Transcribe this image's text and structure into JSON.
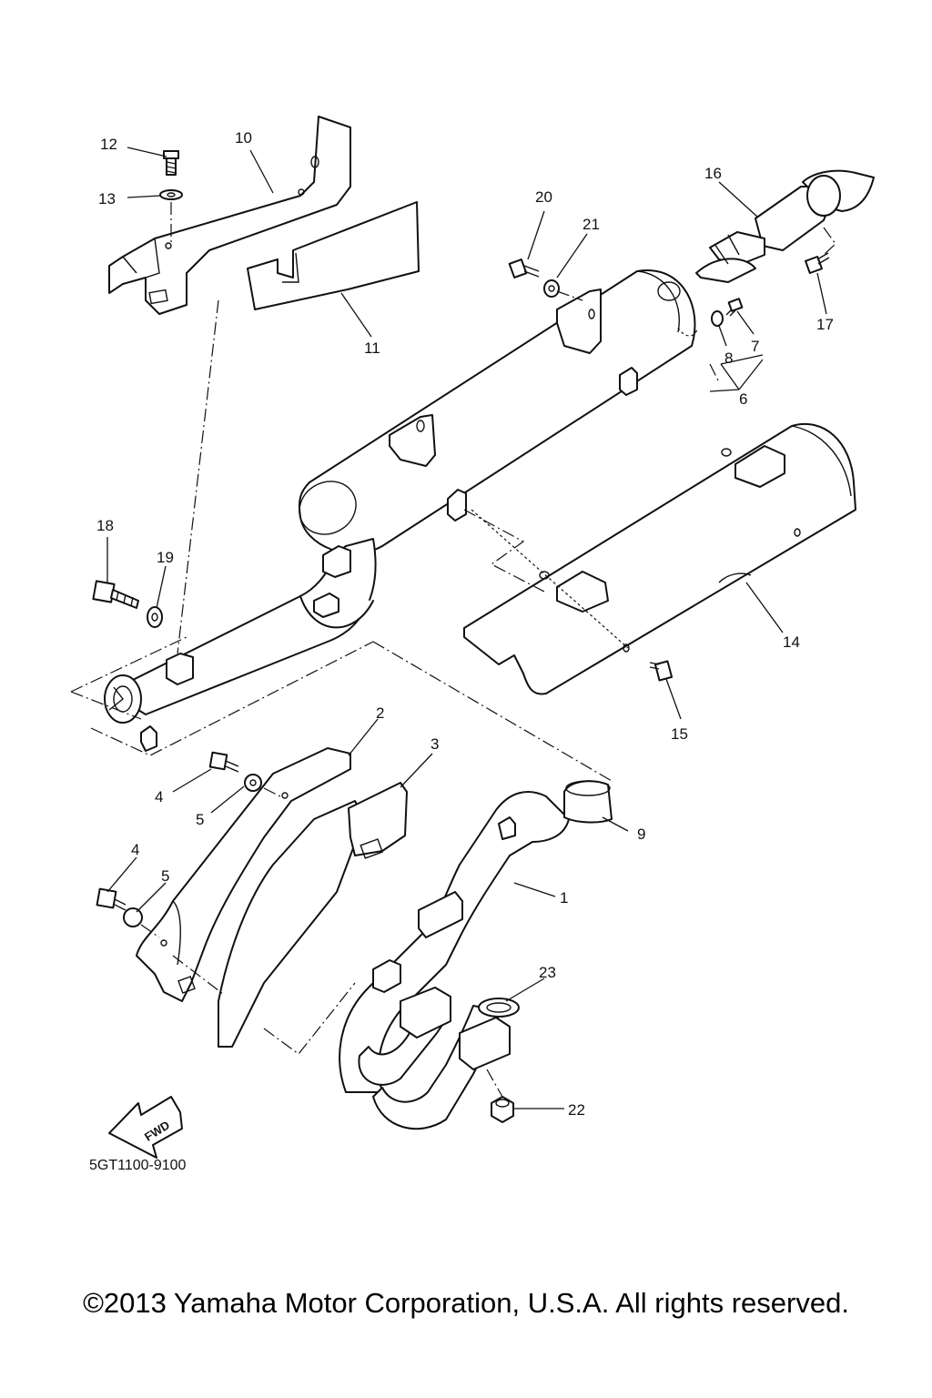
{
  "callouts": {
    "c1": "1",
    "c2": "2",
    "c3": "3",
    "c4a": "4",
    "c4b": "4",
    "c5a": "5",
    "c5b": "5",
    "c6": "6",
    "c7": "7",
    "c8": "8",
    "c9": "9",
    "c10": "10",
    "c11": "11",
    "c12": "12",
    "c13": "13",
    "c14": "14",
    "c15": "15",
    "c16": "16",
    "c17": "17",
    "c18": "18",
    "c19": "19",
    "c20": "20",
    "c21": "21",
    "c22": "22",
    "c23": "23"
  },
  "fwd_label": "FWD",
  "diagram_code": "5GT1100-9100",
  "copyright": "©2013 Yamaha Motor Corporation, U.S.A. All rights reserved."
}
